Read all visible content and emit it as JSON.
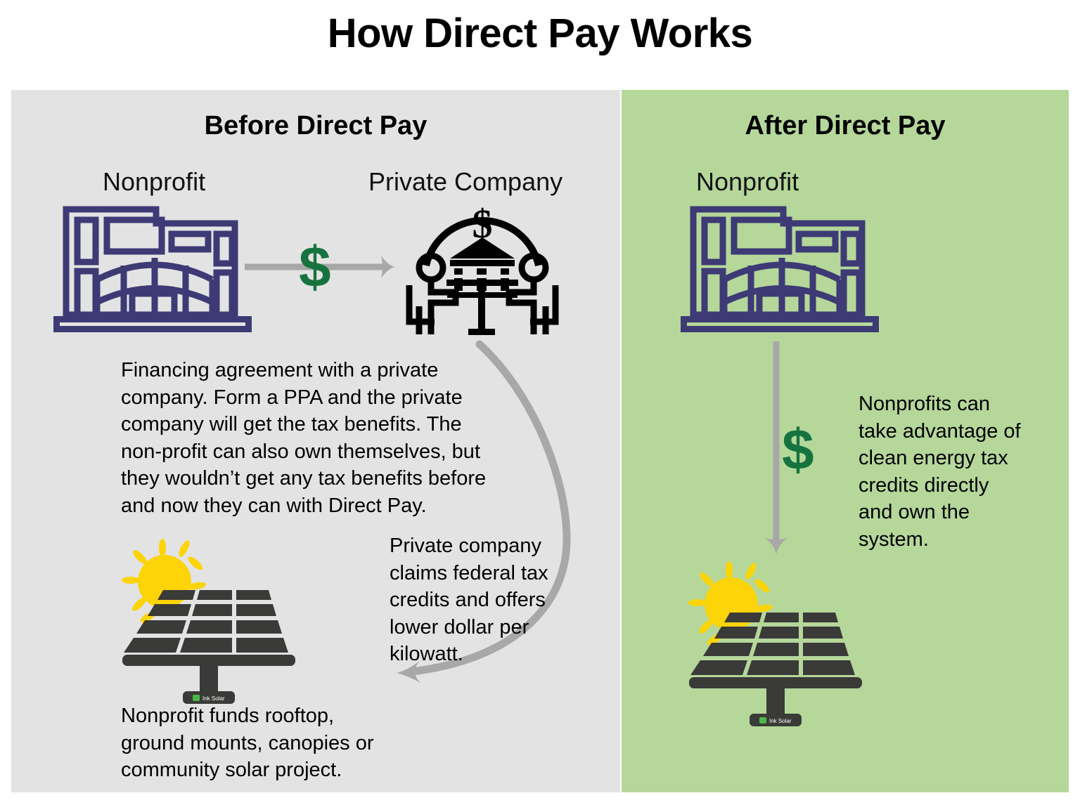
{
  "title": "How Direct Pay Works",
  "colors": {
    "panel_before_bg": "#e3e3e3",
    "panel_after_bg": "#b5d79a",
    "building_outline": "#3d3a75",
    "dollar_green": "#16733f",
    "arrow_gray": "#a8a8a8",
    "solar_dark": "#3a3a38",
    "sun_yellow": "#fcd407",
    "text_black": "#000000"
  },
  "panels": {
    "before": {
      "heading": "Before Direct Pay",
      "nonprofit_label": "Nonprofit",
      "private_company_label": "Private Company",
      "financing_text": "Financing agreement with a private company. Form a PPA and the private company will get the tax benefits.  The non-profit can also own themselves, but they wouldn’t get any tax benefits before and now they can with Direct Pay.",
      "tax_credit_text": "Private company claims federal tax credits and offers lower dollar per kilowatt.",
      "solar_caption": "Nonprofit funds rooftop, ground mounts, canopies or community solar project.",
      "dollar_symbol": "$",
      "solar_logo_text": "Ink Solar"
    },
    "after": {
      "heading": "After Direct Pay",
      "nonprofit_label": "Nonprofit",
      "benefit_text": "Nonprofits can take advantage of clean energy tax credits directly and own the system.",
      "dollar_symbol": "$",
      "solar_logo_text": "Ink Solar"
    }
  },
  "icons": {
    "nonprofit_building": "building-icon",
    "private_company": "people-at-table-bank-icon",
    "solar_panel": "solar-panel-icon",
    "sun": "sun-icon",
    "arrow_right": "arrow-right-icon",
    "arrow_down": "arrow-down-icon",
    "arrow_curved": "curved-arrow-icon"
  }
}
